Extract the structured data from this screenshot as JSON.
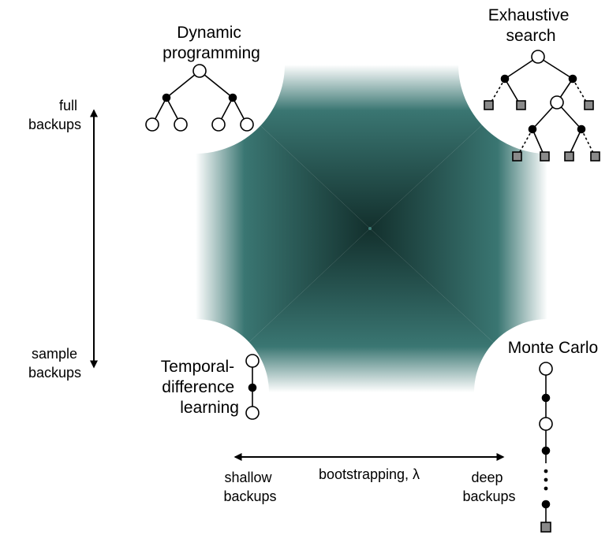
{
  "diagram": {
    "vertical_axis": {
      "top_label_lines": [
        "full",
        "backups"
      ],
      "bottom_label_lines": [
        "sample",
        "backups"
      ]
    },
    "horizontal_axis": {
      "center_label": "bootstrapping, λ",
      "left_label_lines": [
        "shallow",
        "backups"
      ],
      "right_label_lines": [
        "deep",
        "backups"
      ]
    },
    "corners": {
      "top_left": {
        "label_lines": [
          "Dynamic",
          "programming"
        ]
      },
      "top_right": {
        "label_lines": [
          "Exhaustive",
          "search"
        ]
      },
      "bottom_left": {
        "label_lines": [
          "Temporal-",
          "difference",
          "learning"
        ]
      },
      "bottom_right": {
        "label_lines": [
          "Monte Carlo"
        ]
      }
    },
    "colors": {
      "fill_center": "#13302d",
      "fill_edge": "#3a7672",
      "terminal_node": "#8a8a8a"
    }
  }
}
